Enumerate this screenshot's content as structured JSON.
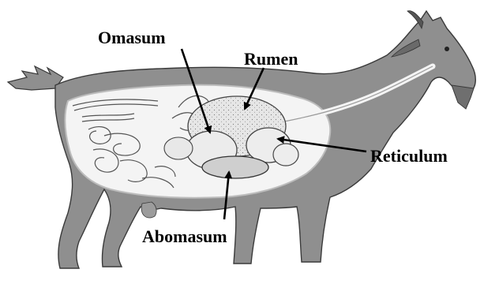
{
  "diagram": {
    "labels": {
      "omasum": "Omasum",
      "rumen": "Rumen",
      "reticulum": "Reticulum",
      "abomasum": "Abomasum"
    },
    "icons": {
      "goat": "goat-silhouette-icon",
      "arrow": "arrow-icon"
    },
    "colors": {
      "body": "#8f8f8f",
      "body_outline": "#3a3a3a",
      "cavity": "#f2f2f2",
      "organs": "#e4e4e4",
      "ink": "#000000"
    }
  }
}
